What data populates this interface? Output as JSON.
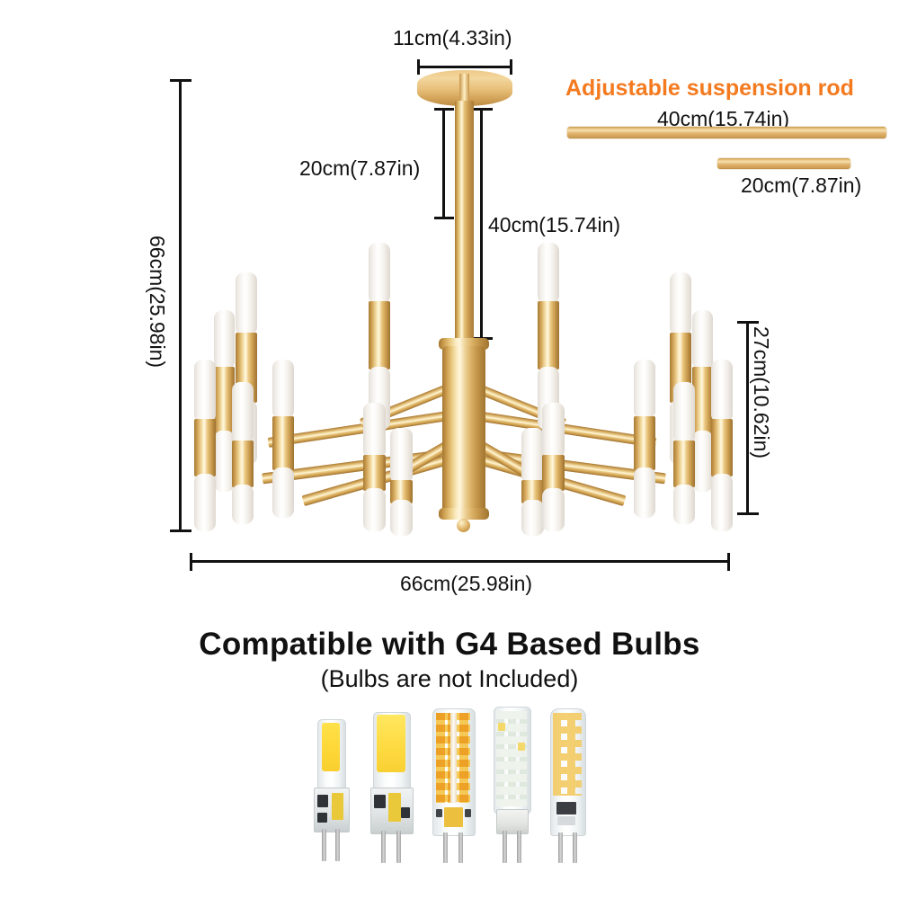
{
  "product": {
    "type": "chandelier-dimension-diagram",
    "title": "Chandelier dimensions and G4 bulb compatibility"
  },
  "dimensions": {
    "canopy_width": "11cm(4.33in)",
    "rod_segment_short": "20cm(7.87in)",
    "rod_segment_long": "40cm(15.74in)",
    "total_height": "66cm(25.98in)",
    "fixture_height": "27cm(10.62in)",
    "total_width": "66cm(25.98in)"
  },
  "suspension": {
    "title": "Adjustable suspension rod",
    "accent_color": "#F47A1F",
    "rods": [
      {
        "label": "40cm(15.74in)",
        "name": "rod-40cm"
      },
      {
        "label": "20cm(7.87in)",
        "name": "rod-20cm"
      }
    ]
  },
  "bulbs": {
    "headline": "Compatible with G4 Based Bulbs",
    "subline": "(Bulbs are not Included)",
    "items": [
      {
        "name": "g4-cob-bulb-small",
        "style": "COB"
      },
      {
        "name": "g4-cob-bulb-large",
        "style": "COB"
      },
      {
        "name": "g4-smd-bulb-warm",
        "style": "SMD warm"
      },
      {
        "name": "g4-smd-bulb-cool",
        "style": "SMD cool"
      },
      {
        "name": "g4-smd-bulb-slim",
        "style": "SMD slim"
      }
    ]
  },
  "icons": {
    "dimension_line": "dimension-line-icon",
    "canopy": "ceiling-canopy-icon",
    "rod": "suspension-rod-icon"
  },
  "colors": {
    "gold_light": "#F7E3AE",
    "gold_mid": "#DDAE63",
    "gold_dark": "#A87A34",
    "shade_white": "#FFFFFF",
    "line_black": "#111111",
    "orange": "#F47A1F"
  }
}
